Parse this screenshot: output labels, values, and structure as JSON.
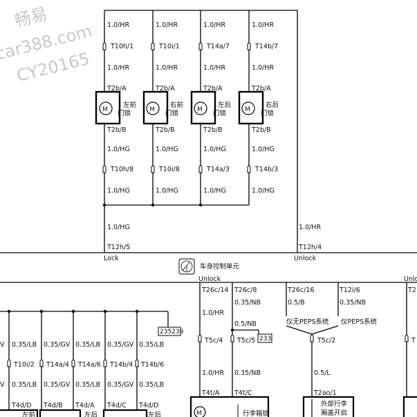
{
  "watermark": {
    "line1": "畅易",
    "line2": "car388.com",
    "line3": "CY20165"
  },
  "top": {
    "columns": [
      {
        "wire_top": "1.0/HR",
        "conn_top": "T10h/1",
        "wire_mid": "1.0/HR",
        "motor_pin_top": "T2b/A",
        "motor_pin_bottom": "T2b/B",
        "motor_label_line1": "左前",
        "motor_label_line2": "门锁",
        "wire_bottom1": "1.0/HG",
        "conn_bottom": "T10h/8",
        "wire_bottom2": "1.0/HG"
      },
      {
        "wire_top": "1.0/HR",
        "conn_top": "T10i/1",
        "wire_mid": "1.0/HR",
        "motor_pin_top": "T2b/A",
        "motor_pin_bottom": "T2b/B",
        "motor_label_line1": "右前",
        "motor_label_line2": "门锁",
        "wire_bottom1": "1.0/HG",
        "conn_bottom": "T10i/8",
        "wire_bottom2": "1.0/HG"
      },
      {
        "wire_top": "1.0/HR",
        "conn_top": "T14a/7",
        "wire_mid": "1.0/HR",
        "motor_pin_top": "T2b/A",
        "motor_pin_bottom": "T2b/B",
        "motor_label_line1": "左后",
        "motor_label_line2": "门锁",
        "wire_bottom1": "1.0/HG",
        "conn_bottom": "T14a/3",
        "wire_bottom2": "1.0/HG"
      },
      {
        "wire_top": "1.0/HR",
        "conn_top": "T14b/7",
        "wire_mid": "1.0/HR",
        "motor_pin_top": "T2b/A",
        "motor_pin_bottom": "T2b/B",
        "motor_label_line1": "右后",
        "motor_label_line2": "门锁",
        "wire_bottom1": "1.0/HG",
        "conn_bottom": "T14b/3",
        "wire_bottom2": "1.0/HG"
      }
    ],
    "lock_wire": "1.0/HG",
    "lock_pin": "T12h/5",
    "lock_label": "Lock",
    "unlock_wire": "1.0/HR",
    "unlock_pin": "T12h/4",
    "unlock_label": "Unlock",
    "bcm_label": "车身控制单元"
  },
  "bottom": {
    "unlock_label_left": "Unlock",
    "unlock_label_right": "Unlo",
    "left_wires_top": [
      "V",
      "0.35/LB",
      "0.35/GV",
      "0.35/LB",
      "0.35/GV",
      "0.35/LB"
    ],
    "left_conns": [
      "T10i/2",
      "T14a/4",
      "T14a/6",
      "T14b/4",
      "T14b/6"
    ],
    "left_wires_bottom": [
      "V",
      "0.35/LB",
      "0.35/GV",
      "0.35/LB",
      "0.35/GV",
      "0.35/LB"
    ],
    "left_pins": [
      "T4d/D",
      "T4d/B",
      "T4d/A",
      "T4d/C",
      "T4d/D"
    ],
    "left_partial_labels": [
      "左前",
      "左后",
      "左后"
    ],
    "ref_box": "235239",
    "trunk": {
      "pin_a": "T26c/14",
      "wire_a1": "1.0/HR",
      "conn_a": "T5c/4",
      "wire_a2": "1.0/HR",
      "pin_a_bottom": "T4t/A",
      "pin_b": "T26c/8",
      "wire_b1": "0.35/NB",
      "wire_b2": "0.5/NB",
      "conn_b": "T5c/5",
      "ref_b": "233",
      "wire_b3": "0.35/NB",
      "pin_b_bottom": "T4t/C",
      "label": "行李箱锁"
    },
    "peps": {
      "pin_left": "T26c/16",
      "pin_right": "T12i/6",
      "wire_left": "0.5/B",
      "wire_right": "0.35/NB",
      "opt_left": "仪无PEPS系统",
      "opt_right": "仪PEPS系统",
      "conn": "T5c/2",
      "wire_down": "0.5/L",
      "pin_bottom": "T2ao/1",
      "switch_label_line1": "外部行李",
      "switch_label_line2": "厢盖开启"
    },
    "right_edge": {
      "pin": "T2",
      "conn": "T"
    }
  }
}
